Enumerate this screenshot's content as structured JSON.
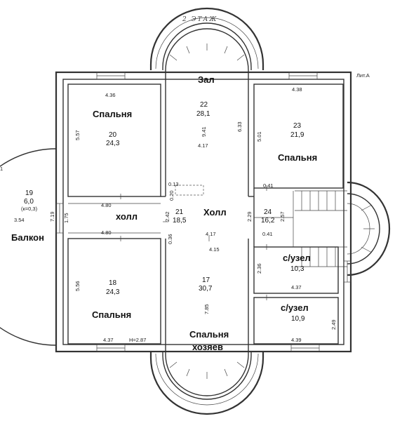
{
  "plan": {
    "title": "2 ЭТАЖ",
    "lit": "Лит.А",
    "edge_mark": "1",
    "rooms": {
      "r22": {
        "name": "Зал",
        "num": "22",
        "area": "28,1"
      },
      "r20": {
        "name": "Спальня",
        "num": "20",
        "area": "24,3"
      },
      "r23": {
        "name": "Спальня",
        "num": "23",
        "area": "21,9"
      },
      "r19": {
        "name": "Балкон",
        "num": "19",
        "area": "6,0",
        "note": "(к=0,3)"
      },
      "r21": {
        "name": "Холл",
        "num": "21",
        "area": "18,5"
      },
      "rhall": {
        "name": "холл"
      },
      "r24": {
        "num": "24",
        "area": "16,2"
      },
      "r18": {
        "name": "Спальня",
        "num": "18",
        "area": "24,3"
      },
      "r17": {
        "name1": "Спальня",
        "name2": "хозяев",
        "num": "17",
        "area": "30,7"
      },
      "wc1": {
        "name": "с/узел",
        "area": "10,3"
      },
      "wc2": {
        "name": "с/узел",
        "area": "10,9"
      }
    },
    "dims": {
      "d436": "4.36",
      "d438": "4.38",
      "d557": "5.57",
      "d941": "9.41",
      "d633": "6.33",
      "d417a": "4.17",
      "d501": "5.01",
      "d013": "0.13",
      "d020": "0.20",
      "d041a": "0.41",
      "d480a": "4.80",
      "d480b": "4.80",
      "d719": "7.19",
      "d175": "1.75",
      "d354": "3.54",
      "d242": "2.42",
      "d229": "2.29",
      "d257": "2.57",
      "d036": "0.36",
      "d417b": "4.17",
      "d041b": "0.41",
      "d415": "4.15",
      "d236": "2.36",
      "d437a": "4.37",
      "d556": "5.56",
      "d785": "7.85",
      "d249": "2.49",
      "d437b": "4.37",
      "d287": "H=2.87",
      "d439": "4.39"
    }
  }
}
